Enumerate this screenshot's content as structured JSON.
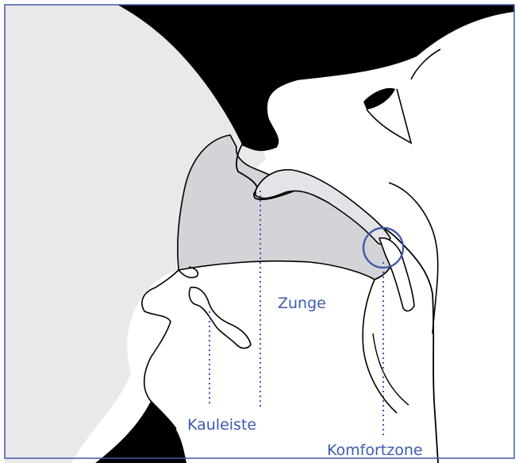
{
  "labels": {
    "zunge": "Zunge",
    "kauleiste": "Kauleiste",
    "komfortzone": "Komfortzone"
  },
  "colors": {
    "frame": "#3f5aa6",
    "label": "#3d5bb0",
    "leader": "#3d5bb0",
    "gray_background": "#e9e9eb",
    "tongue_fill": "#d3d3d8",
    "dark": "#000000",
    "outline": "#000000"
  }
}
